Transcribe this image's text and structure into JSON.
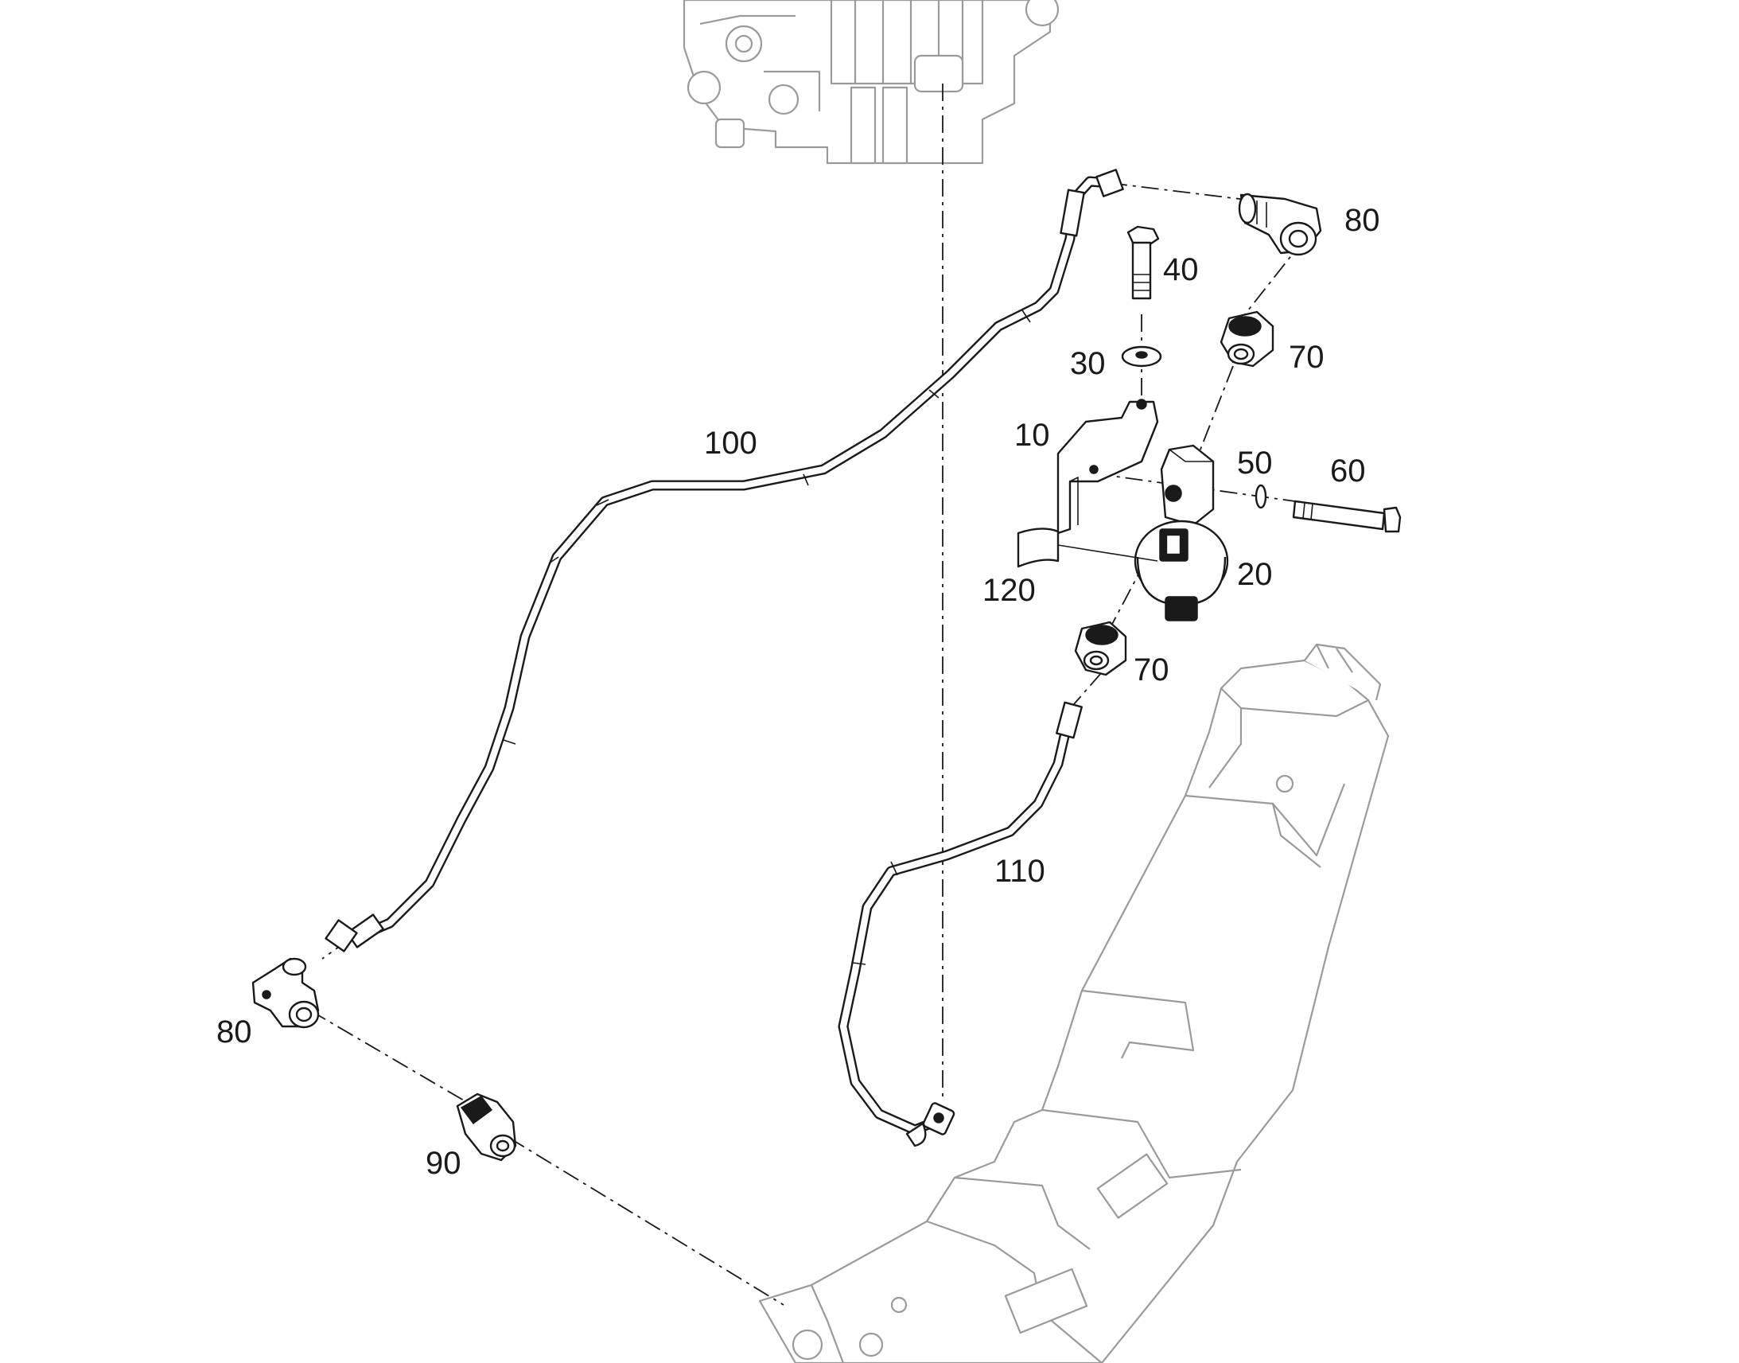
{
  "diagram": {
    "type": "exploded-parts-diagram",
    "part_labels": [
      {
        "id": "p80a",
        "text": "80"
      },
      {
        "id": "p40",
        "text": "40"
      },
      {
        "id": "p70a",
        "text": "70"
      },
      {
        "id": "p30",
        "text": "30"
      },
      {
        "id": "p100",
        "text": "100"
      },
      {
        "id": "p10",
        "text": "10"
      },
      {
        "id": "p50",
        "text": "50"
      },
      {
        "id": "p60",
        "text": "60"
      },
      {
        "id": "p120",
        "text": "120"
      },
      {
        "id": "p20",
        "text": "20"
      },
      {
        "id": "p70b",
        "text": "70"
      },
      {
        "id": "p110",
        "text": "110"
      },
      {
        "id": "p80b",
        "text": "80"
      },
      {
        "id": "p90",
        "text": "90"
      }
    ]
  }
}
